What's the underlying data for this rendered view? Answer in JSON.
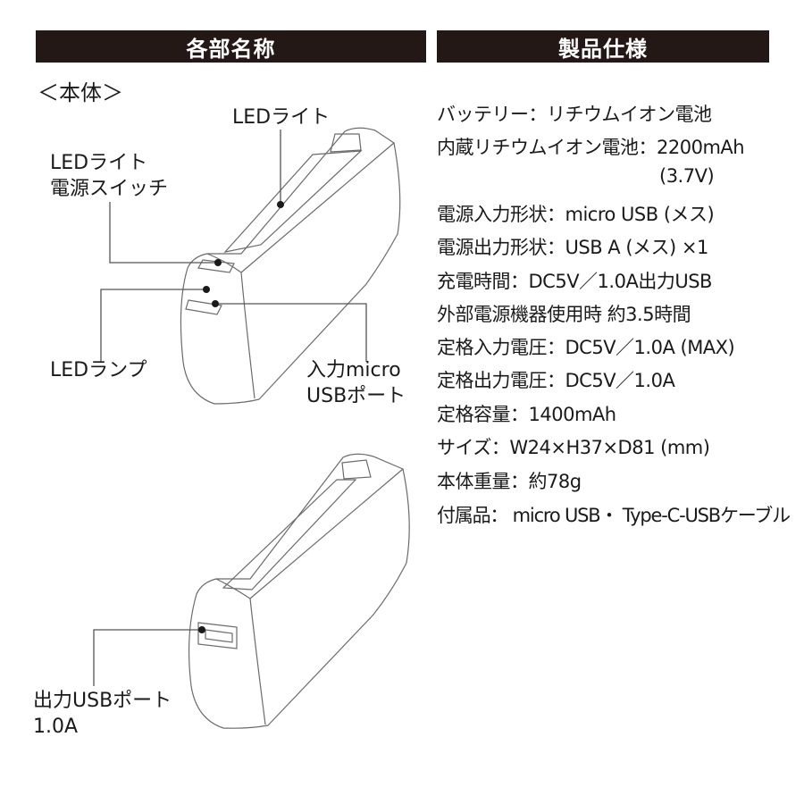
{
  "headers": {
    "parts": "各部名称",
    "specs": "製品仕様"
  },
  "body_label": "＜本体＞",
  "labels": {
    "led_light": "LEDライト",
    "led_switch_1": "LEDライト",
    "led_switch_2": "電源スイッチ",
    "led_lamp": "LEDランプ",
    "input_1": "入力micro",
    "input_2": "USBポート",
    "output_1": "出力USBポート",
    "output_2": "1.0A"
  },
  "specs": [
    "バッテリー：リチウムイオン電池",
    "内蔵リチウムイオン電池：2200mAh",
    "(3.7V)",
    "電源入力形状：micro USB (メス)",
    "電源出力形状：USB A (メス) ×1",
    "充電時間：DC5V／1.0A出力USB",
    "外部電源機器使用時 約3.5時間",
    "定格入力電圧：DC5V／1.0A (MAX)",
    "定格出力電圧：DC5V／1.0A",
    "定格容量：1400mAh",
    "サイズ：W24×H37×D81 (mm)",
    "本体重量：約78g",
    "付属品： micro USB・ Type-C-USBケーブル"
  ]
}
